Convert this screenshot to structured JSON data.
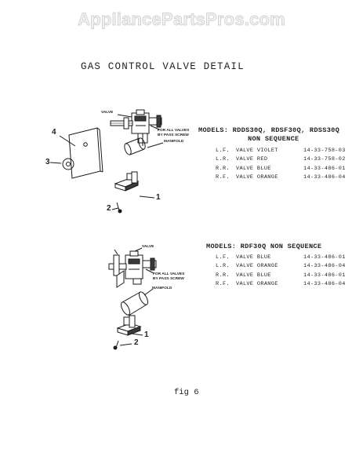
{
  "watermark": "AppliancePartsPros.com",
  "title": "GAS CONTROL VALVE DETAIL",
  "figure_label": "fig 6",
  "diagram1": {
    "models_line": "MODELS: RDDS30Q, RDSF30Q, RDSS30Q",
    "sequence_line": "NON SEQUENCE",
    "valves": [
      {
        "pos": "L.F.",
        "desc": "VALVE VIOLET",
        "part": "14-33-758-03"
      },
      {
        "pos": "L.R.",
        "desc": "VALVE RED",
        "part": "14-33-758-02"
      },
      {
        "pos": "R.R.",
        "desc": "VALVE BLUE",
        "part": "14-33-486-01"
      },
      {
        "pos": "R.F.",
        "desc": "VALVE ORANGE",
        "part": "14-33-486-04"
      }
    ],
    "labels": {
      "valve": "VALVE",
      "for_all": "FOR ALL VALVES",
      "by_pass": "BY PASS SCREW",
      "manifold": "MANIFOLD"
    },
    "callouts": {
      "c1": "1",
      "c2": "2",
      "c3": "3",
      "c4": "4"
    }
  },
  "diagram2": {
    "models_line": "MODELS: RDF30Q NON SEQUENCE",
    "valves": [
      {
        "pos": "L.F.",
        "desc": "VALVE BLUE",
        "part": "14-33-486-01"
      },
      {
        "pos": "L.R.",
        "desc": "VALVE ORANGE",
        "part": "14-33-486-04"
      },
      {
        "pos": "R.R.",
        "desc": "VALVE BLUE",
        "part": "14-33-486-01"
      },
      {
        "pos": "R.F.",
        "desc": "VALVE ORANGE",
        "part": "14-33-486-04"
      }
    ],
    "labels": {
      "valve": "VALVE",
      "for_all": "FOR ALL VALVES",
      "by_pass": "BY PASS SCREW",
      "manifold": "MANIFOLD"
    },
    "callouts": {
      "c1": "1",
      "c2": "2"
    }
  }
}
